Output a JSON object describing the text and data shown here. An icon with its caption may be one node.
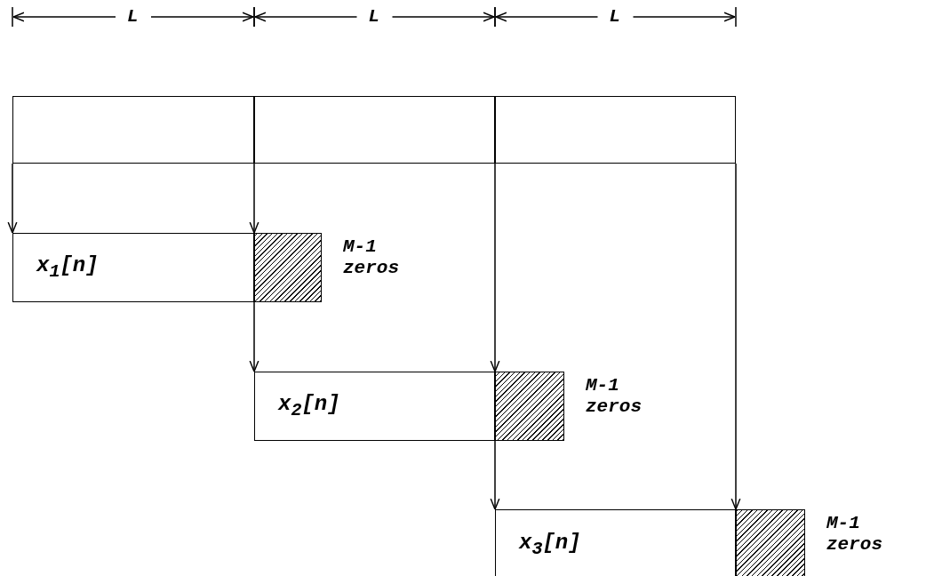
{
  "diagram": {
    "nodes": [
      {
        "text": [],
        "shape": "box"
      },
      {
        "text": [],
        "shape": "box"
      },
      {
        "text": [],
        "shape": "box"
      },
      {
        "text": [
          "x$_{1}$[n]"
        ]
      },
      {
        "text": [],
        "shape": "box",
        "beside": [
          "M-1 zeros"
        ]
      },
      {
        "text": [
          "x$_{2}$[n]"
        ]
      },
      {
        "text": [],
        "shape": "box",
        "beside": [
          "M-1 zeros"
        ]
      },
      {
        "text": [
          "x$_{3}$[n]"
        ]
      },
      {
        "text": [],
        "shape": "box",
        "beside": [
          "M-1 zeros"
        ]
      }
    ],
    "edges": [
      {
        "from": 0,
        "to": 3,
        "arrow": "to"
      },
      {
        "from": 1,
        "to": 4,
        "arrow": "to"
      },
      {
        "from": 4,
        "to": 5,
        "arrow": "to"
      },
      {
        "from": 2,
        "to": 6,
        "arrow": "to"
      },
      {
        "from": 6,
        "to": 7,
        "arrow": "to"
      },
      {
        "from": 2,
        "to": 8,
        "arrow": "to"
      }
    ],
    "labels": [
      "L",
      "L",
      "L"
    ]
  }
}
